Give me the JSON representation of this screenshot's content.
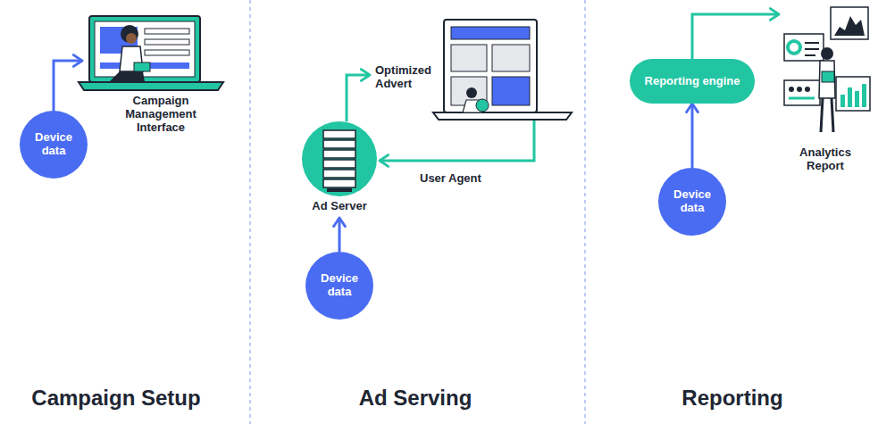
{
  "diagram": {
    "nodes": [
      {
        "text": [
          "Device data"
        ]
      },
      {
        "text": [
          "Campaign Management Interface"
        ]
      },
      {
        "text": [
          "Ad Server"
        ]
      },
      {
        "text": [
          "Device data"
        ]
      },
      {
        "text": [
          "Reporting engine"
        ]
      },
      {
        "text": [
          "Device data"
        ]
      },
      {
        "text": [
          "Analytics Report"
        ]
      }
    ],
    "edges": [
      {
        "from": 0,
        "to": 1,
        "arrow": "to"
      },
      {
        "from": 3,
        "to": 2,
        "arrow": "to"
      },
      {
        "from": 5,
        "to": 4,
        "arrow": "to"
      },
      {
        "from": 4,
        "to": 6,
        "arrow": "to"
      }
    ],
    "labels": [
      "Optimized Advert",
      "User Agent",
      "Campaign Setup",
      "Ad Serving",
      "Reporting"
    ]
  }
}
